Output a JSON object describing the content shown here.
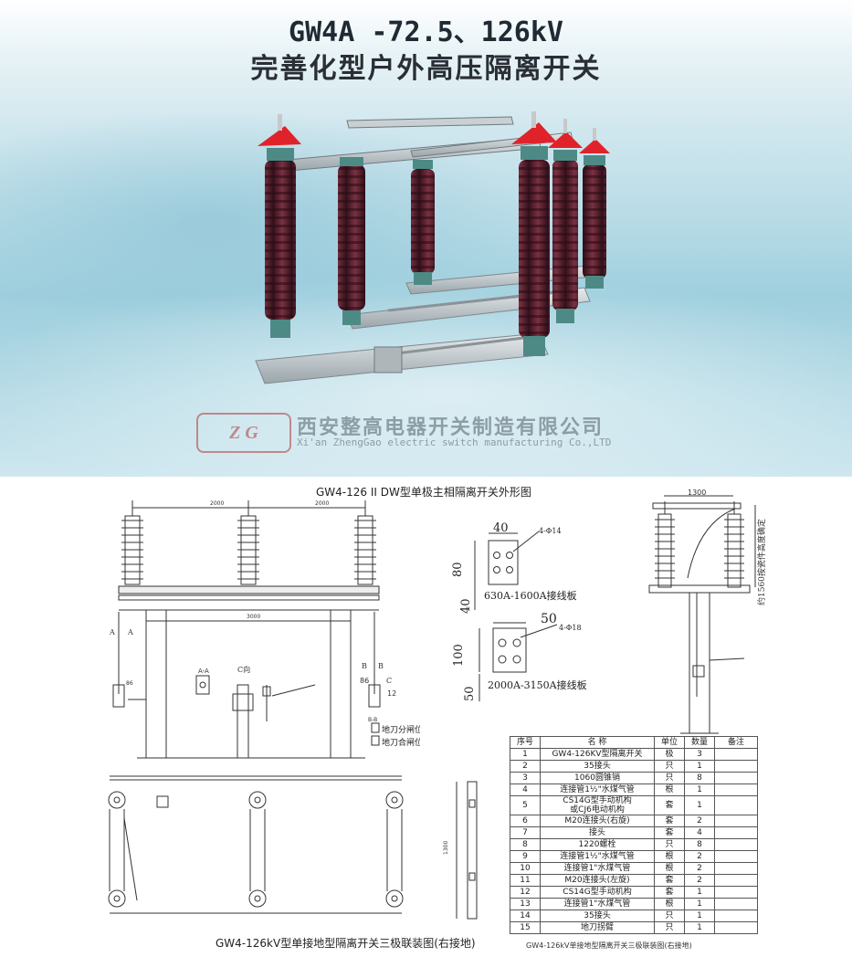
{
  "header": {
    "title_line1": "GW4A -72.5、126kV",
    "title_line2": "完善化型户外高压隔离开关"
  },
  "company": {
    "logo_text": "Z G",
    "name_cn": "西安整高电器开关制造有限公司",
    "name_en": "Xi'an ZhengGao electric switch manufacturing Co.,LTD"
  },
  "drawing1": {
    "caption": "GW4-126 II DW型单极主相隔离开关外形图",
    "dim_2000_a": "2000",
    "dim_2000_b": "2000",
    "dim_3000": "3000",
    "section_aa": "A-A",
    "view_c": "C向",
    "section_bb": "B-B",
    "open_pos": "地刀分闸位置",
    "close_pos": "地刀合闸位置",
    "mark_a": "A",
    "mark_b": "B",
    "mark_c": "C",
    "num_86a": "86",
    "num_86b": "86",
    "num_12": "12"
  },
  "plate1": {
    "dim_40w": "40",
    "hole": "4-Φ14",
    "dim_80": "80",
    "dim_40h": "40",
    "caption": "630A-1600A接线板"
  },
  "plate2": {
    "dim_50w": "50",
    "hole": "4-Φ18",
    "dim_100": "100",
    "dim_50h": "50",
    "caption": "2000A-3150A接线板"
  },
  "side_view": {
    "dim_1300": "1300",
    "note": "约1560按瓷件高度确定"
  },
  "drawing2": {
    "caption": "GW4-126kV型单接地型隔离开关三极联装图(右接地)",
    "dim_1300": "1300"
  },
  "parts_table": {
    "headers": [
      "序号",
      "名  称",
      "单位",
      "数量",
      "备注"
    ],
    "rows": [
      [
        "1",
        "GW4-126KV型隔离开关",
        "极",
        "3",
        ""
      ],
      [
        "2",
        "35接头",
        "只",
        "1",
        ""
      ],
      [
        "3",
        "1060圆锥销",
        "只",
        "8",
        ""
      ],
      [
        "4",
        "连接管1½\"水煤气管",
        "根",
        "1",
        ""
      ],
      [
        "5",
        "CS14G型手动机构\n或CJ6电动机构",
        "套",
        "1",
        ""
      ],
      [
        "6",
        "M20连接头(右旋)",
        "套",
        "2",
        ""
      ],
      [
        "7",
        "接头",
        "套",
        "4",
        ""
      ],
      [
        "8",
        "1220螺栓",
        "只",
        "8",
        ""
      ],
      [
        "9",
        "连接管1½\"水煤气管",
        "根",
        "2",
        ""
      ],
      [
        "10",
        "连接管1\"水煤气管",
        "根",
        "2",
        ""
      ],
      [
        "11",
        "M20连接头(左旋)",
        "套",
        "2",
        ""
      ],
      [
        "12",
        "CS14G型手动机构",
        "套",
        "1",
        ""
      ],
      [
        "13",
        "连接管1\"水煤气管",
        "根",
        "1",
        ""
      ],
      [
        "14",
        "35接头",
        "只",
        "1",
        ""
      ],
      [
        "15",
        "地刀拐臂",
        "只",
        "1",
        ""
      ]
    ],
    "caption": "GW4-126kV单接地型隔离开关三极联装图(右接地)"
  },
  "colors": {
    "insulator": "#5a2230",
    "cap_red": "#e0232b",
    "flange": "#4d8a86",
    "frame": "#b8c2c6"
  }
}
